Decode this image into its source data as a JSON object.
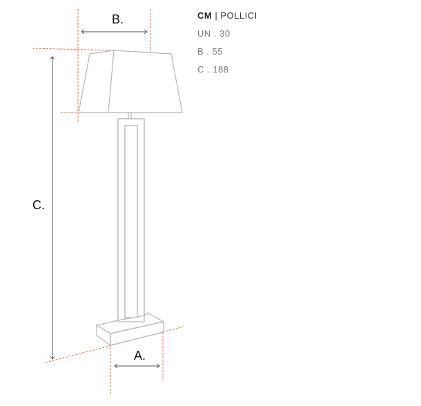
{
  "units": {
    "active": "CM",
    "separator": "|",
    "other": "POLLICI"
  },
  "dimensions": [
    {
      "label": "UN . 30"
    },
    {
      "label": "B . 55"
    },
    {
      "label": "C . 188"
    }
  ],
  "diagram_labels": {
    "a": "A.",
    "b": "B.",
    "c": "C."
  },
  "colors": {
    "dimension_line": "#f0643c",
    "drawing": "#b5b5b5",
    "arrow": "#555555"
  }
}
